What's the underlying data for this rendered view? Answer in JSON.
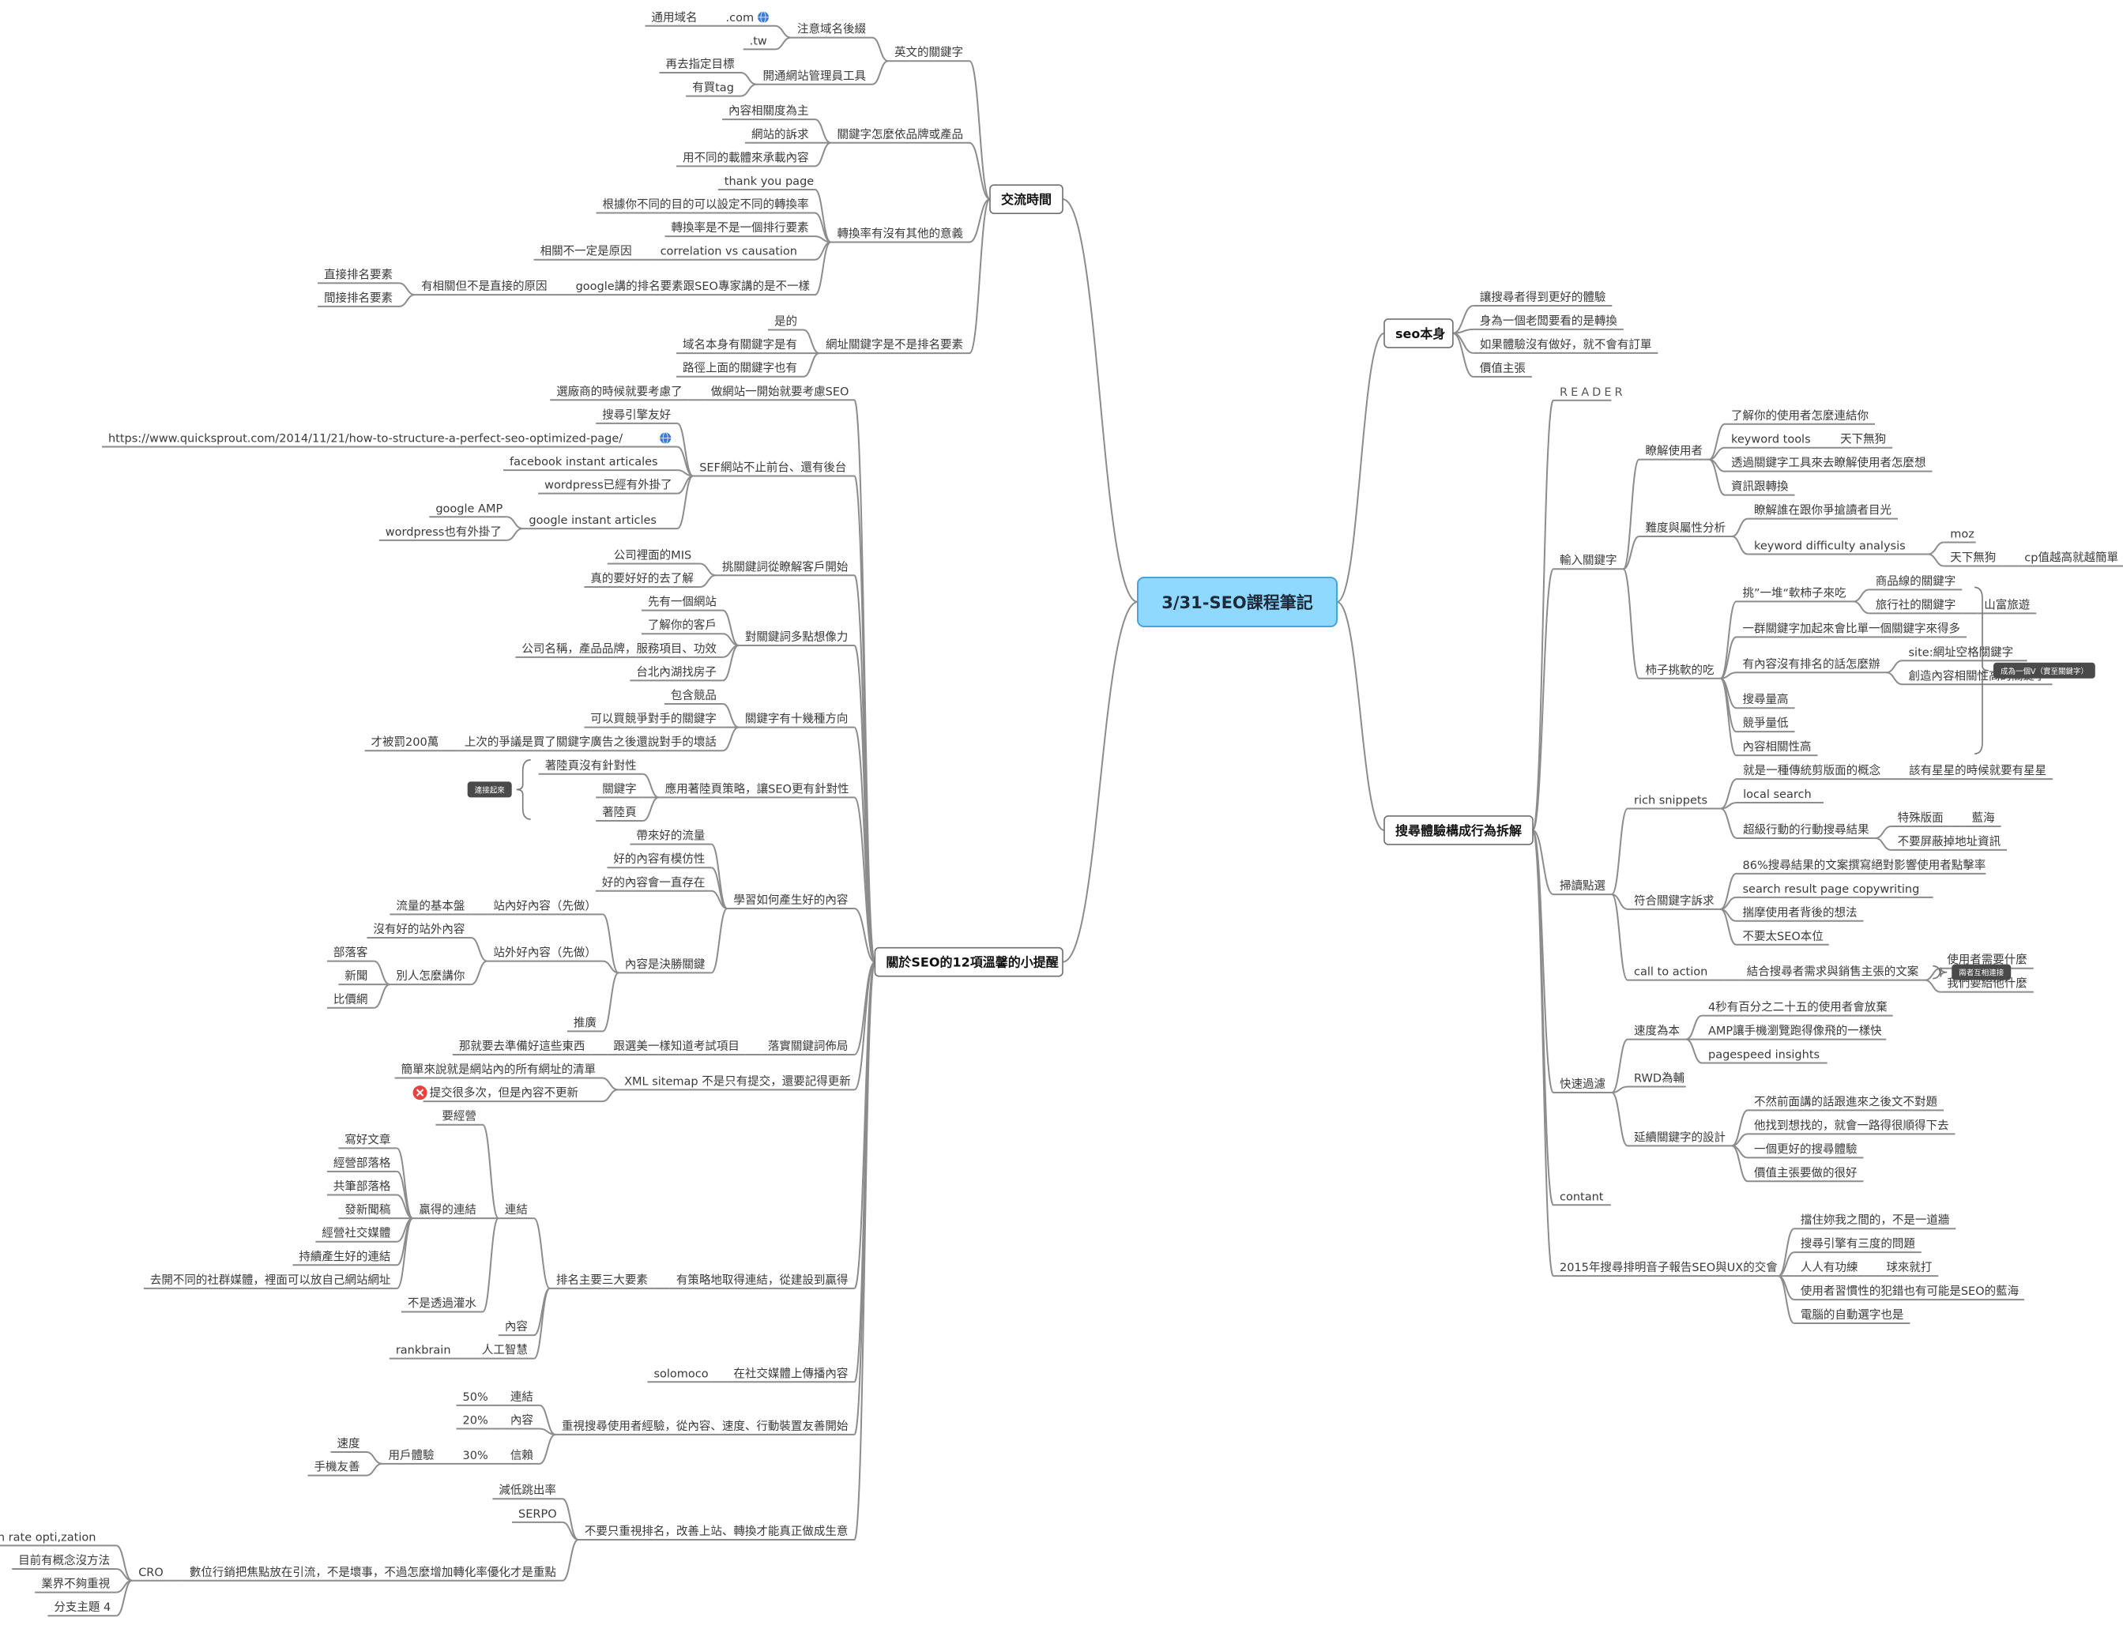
{
  "root": {
    "label": "3/31-SEO課程筆記"
  },
  "colors": {
    "root_fill": "#8fd8ff",
    "root_stroke": "#4aa3d6",
    "line": "#8c8c8c",
    "badge": "#4a4a4a",
    "error": "#e8413e"
  },
  "icons": {
    "link": "globe-link-icon",
    "error": "error-x-icon"
  },
  "left": [
    {
      "label": "交流時間",
      "children": [
        {
          "label": "英文的關鍵字",
          "children": [
            {
              "label": "注意域名後綴",
              "children": [
                {
                  "label": ".com",
                  "icon": "link",
                  "children": [
                    {
                      "label": "通用域名"
                    }
                  ]
                },
                {
                  "label": ".tw"
                }
              ]
            },
            {
              "label": "開通網站管理員工具",
              "children": [
                {
                  "label": "再去指定目標"
                },
                {
                  "label": "有買tag"
                }
              ]
            }
          ]
        },
        {
          "label": "關鍵字怎麼依品牌或產品",
          "children": [
            {
              "label": "內容相關度為主"
            },
            {
              "label": "網站的訴求"
            },
            {
              "label": "用不同的載體來承載內容"
            }
          ]
        },
        {
          "label": "轉換率有沒有其他的意義",
          "children": [
            {
              "label": "thank you page"
            },
            {
              "label": "根據你不同的目的可以設定不同的轉換率"
            },
            {
              "label": "轉換率是不是一個排行要素"
            },
            {
              "label": "correlation vs causation",
              "children": [
                {
                  "label": "相關不一定是原因"
                }
              ]
            },
            {
              "label": "google講的排名要素跟SEO專家講的是不一樣",
              "children": [
                {
                  "label": "有相關但不是直接的原因",
                  "children": [
                    {
                      "label": "直接排名要素"
                    },
                    {
                      "label": "間接排名要素"
                    }
                  ]
                }
              ]
            }
          ]
        },
        {
          "label": "網址關鍵字是不是排名要素",
          "children": [
            {
              "label": "是的"
            },
            {
              "label": "域名本身有關鍵字是有"
            },
            {
              "label": "路徑上面的關鍵字也有"
            }
          ]
        }
      ]
    },
    {
      "label": "關於SEO的12項溫馨的小提醒",
      "children": [
        {
          "label": "做網站一開始就要考慮SEO",
          "children": [
            {
              "label": "選廠商的時候就要考慮了"
            }
          ]
        },
        {
          "label": "SEF網站不止前台、還有後台",
          "children": [
            {
              "label": "搜尋引擎友好"
            },
            {
              "label": "https://www.quicksprout.com/2014/11/21/how-to-structure-a-perfect-seo-optimized-page/",
              "icon": "link"
            },
            {
              "label": "facebook instant articales"
            },
            {
              "label": "wordpress已經有外掛了"
            },
            {
              "label": "google instant articles",
              "children": [
                {
                  "label": "google AMP"
                },
                {
                  "label": "wordpress也有外掛了"
                }
              ]
            }
          ]
        },
        {
          "label": "挑關鍵詞從瞭解客戶開始",
          "children": [
            {
              "label": "公司裡面的MIS"
            },
            {
              "label": "真的要好好的去了解"
            }
          ]
        },
        {
          "label": "對關鍵詞多點想像力",
          "children": [
            {
              "label": "先有一個網站"
            },
            {
              "label": "了解你的客戶"
            },
            {
              "label": "公司名稱，產品品牌，服務項目、功效"
            },
            {
              "label": "台北內湖找房子"
            }
          ]
        },
        {
          "label": "關鍵字有十幾種方向",
          "children": [
            {
              "label": "包含競品"
            },
            {
              "label": "可以買競爭對手的關鍵字"
            },
            {
              "label": "上次的爭議是買了關鍵字廣告之後還說對手的壞話",
              "children": [
                {
                  "label": "才被罰200萬"
                }
              ]
            }
          ]
        },
        {
          "label": "應用著陸頁策略，讓SEO更有針對性",
          "children": [
            {
              "label": "著陸頁沒有針對性"
            },
            {
              "label": "關鍵字"
            },
            {
              "label": "著陸頁"
            }
          ],
          "summary": "連接起來"
        },
        {
          "label": "學習如何產生好的內容",
          "children": [
            {
              "label": "帶來好的流量"
            },
            {
              "label": "好的內容有模仿性"
            },
            {
              "label": "好的內容會一直存在"
            },
            {
              "label": "內容是決勝關鍵",
              "children": [
                {
                  "label": "站內好內容（先做）",
                  "children": [
                    {
                      "label": "流量的基本盤"
                    }
                  ]
                },
                {
                  "label": "站外好內容（先做）",
                  "children": [
                    {
                      "label": "沒有好的站外內容"
                    },
                    {
                      "label": "別人怎麼講你",
                      "children": [
                        {
                          "label": "部落客"
                        },
                        {
                          "label": "新聞"
                        },
                        {
                          "label": "比價網"
                        }
                      ]
                    }
                  ]
                },
                {
                  "label": "推廣"
                }
              ]
            }
          ]
        },
        {
          "label": "落實關鍵詞佈局",
          "children": [
            {
              "label": "跟選美一樣知道考試項目",
              "children": [
                {
                  "label": "那就要去準備好這些東西"
                }
              ]
            }
          ]
        },
        {
          "label": "XML sitemap 不是只有提交，還要記得更新",
          "children": [
            {
              "label": "簡單來說就是網站內的所有網址的清單"
            },
            {
              "label": "提交很多次，但是內容不更新",
              "icon": "error"
            }
          ]
        },
        {
          "label": "有策略地取得連結，從建設到贏得",
          "children": [
            {
              "label": "排名主要三大要素",
              "children": [
                {
                  "label": "連結",
                  "children": [
                    {
                      "label": "要經營"
                    },
                    {
                      "label": "贏得的連結",
                      "children": [
                        {
                          "label": "寫好文章"
                        },
                        {
                          "label": "經營部落格"
                        },
                        {
                          "label": "共筆部落格"
                        },
                        {
                          "label": "發新聞稿"
                        },
                        {
                          "label": "經營社交媒體"
                        },
                        {
                          "label": "持續產生好的連結"
                        },
                        {
                          "label": "去開不同的社群媒體，裡面可以放自己網站網址"
                        }
                      ]
                    },
                    {
                      "label": "不是透過灌水"
                    }
                  ]
                },
                {
                  "label": "內容"
                },
                {
                  "label": "人工智慧",
                  "children": [
                    {
                      "label": "rankbrain"
                    }
                  ]
                }
              ]
            }
          ]
        },
        {
          "label": "在社交媒體上傳播內容",
          "children": [
            {
              "label": "solomoco"
            }
          ]
        },
        {
          "label": "重視搜尋使用者經驗，從內容、速度、行動裝置友善開始",
          "children": [
            {
              "label": "連結",
              "children": [
                {
                  "label": "50%"
                }
              ]
            },
            {
              "label": "內容",
              "children": [
                {
                  "label": "20%"
                }
              ]
            },
            {
              "label": "信賴",
              "children": [
                {
                  "label": "30%",
                  "children": [
                    {
                      "label": "用戶體驗",
                      "children": [
                        {
                          "label": "速度"
                        },
                        {
                          "label": "手機友善"
                        }
                      ]
                    }
                  ]
                }
              ]
            }
          ]
        },
        {
          "label": "不要只重視排名，改善上站、轉換才能真正做成生意",
          "children": [
            {
              "label": "減低跳出率"
            },
            {
              "label": "SERPO"
            },
            {
              "label": "數位行銷把焦點放在引流，不是壞事，不過怎麼增加轉化率優化才是重點",
              "children": [
                {
                  "label": "CRO",
                  "children": [
                    {
                      "label": "conversion rate opti,zation"
                    },
                    {
                      "label": "目前有概念沒方法"
                    },
                    {
                      "label": "業界不夠重視"
                    },
                    {
                      "label": "分支主題 4"
                    }
                  ]
                }
              ]
            }
          ]
        }
      ]
    }
  ],
  "right": [
    {
      "label": "seo本身",
      "children": [
        {
          "label": "讓搜尋者得到更好的體驗"
        },
        {
          "label": "身為一個老闆要看的是轉換"
        },
        {
          "label": "如果體驗沒有做好，就不會有訂單"
        },
        {
          "label": "價值主張"
        }
      ]
    },
    {
      "label": "搜尋體驗構成行為拆解",
      "children": [
        {
          "label": "READER",
          "style": "reader"
        },
        {
          "label": "輸入關鍵字",
          "children": [
            {
              "label": "瞭解使用者",
              "children": [
                {
                  "label": "了解你的使用者怎麼連結你"
                },
                {
                  "label": "keyword tools",
                  "children": [
                    {
                      "label": "天下無狗"
                    }
                  ]
                },
                {
                  "label": "透過關鍵字工具來去瞭解使用者怎麼想"
                },
                {
                  "label": "資訊跟轉換"
                }
              ]
            },
            {
              "label": "難度與屬性分析",
              "children": [
                {
                  "label": "瞭解誰在跟你爭搶讀者目光"
                },
                {
                  "label": "keyword difficulty analysis",
                  "children": [
                    {
                      "label": "moz"
                    },
                    {
                      "label": "天下無狗",
                      "children": [
                        {
                          "label": "cp值越高就越簡單"
                        }
                      ]
                    }
                  ]
                }
              ]
            },
            {
              "label": "柿子挑軟的吃",
              "children": [
                {
                  "label": "挑”一堆“軟柿子來吃",
                  "children": [
                    {
                      "label": "商品線的關鍵字"
                    },
                    {
                      "label": "旅行社的關鍵字",
                      "children": [
                        {
                          "label": "山富旅遊"
                        }
                      ]
                    }
                  ]
                },
                {
                  "label": "一群關鍵字加起來會比單一個關鍵字來得多"
                },
                {
                  "label": "有內容沒有排名的話怎麼辦",
                  "children": [
                    {
                      "label": "site:網址空格關鍵字"
                    },
                    {
                      "label": "創造內容相關性高的關鍵字"
                    }
                  ]
                },
                {
                  "label": "搜尋量高"
                },
                {
                  "label": "競爭量低"
                },
                {
                  "label": "內容相關性高"
                }
              ],
              "summary": "成為一個V（實至關鍵字）"
            }
          ]
        },
        {
          "label": "掃讀點選",
          "children": [
            {
              "label": "rich snippets",
              "children": [
                {
                  "label": "就是一種傳統剪版面的概念",
                  "children": [
                    {
                      "label": "該有星星的時候就要有星星"
                    }
                  ]
                },
                {
                  "label": "local search"
                },
                {
                  "label": "超級行動的行動搜尋結果",
                  "children": [
                    {
                      "label": "特殊版面",
                      "children": [
                        {
                          "label": "藍海"
                        }
                      ]
                    },
                    {
                      "label": "不要屏蔽掉地址資訊"
                    }
                  ]
                }
              ]
            },
            {
              "label": "符合關鍵字訴求",
              "children": [
                {
                  "label": "86%搜尋結果的文案撰寫絕對影響使用者點擊率"
                },
                {
                  "label": "search result page copywriting"
                },
                {
                  "label": "揣摩使用者背後的想法"
                },
                {
                  "label": "不要太SEO本位"
                }
              ]
            },
            {
              "label": "call to action",
              "children": [
                {
                  "label": "結合搜尋者需求與銷售主張的文案",
                  "children": [
                    {
                      "label": "使用者需要什麼"
                    },
                    {
                      "label": "我們要給他什麼"
                    }
                  ]
                }
              ],
              "summary": "兩者互相連接"
            }
          ]
        },
        {
          "label": "快速過濾",
          "children": [
            {
              "label": "速度為本",
              "children": [
                {
                  "label": "4秒有百分之二十五的使用者會放棄"
                },
                {
                  "label": "AMP讓手機瀏覽跑得像飛的一樣快"
                },
                {
                  "label": "pagespeed insights"
                }
              ]
            },
            {
              "label": "RWD為輔"
            },
            {
              "label": "延續關鍵字的設計",
              "children": [
                {
                  "label": "不然前面講的話跟進來之後文不對題"
                },
                {
                  "label": "他找到想找的，就會一路得很順得下去"
                },
                {
                  "label": "一個更好的搜尋體驗"
                },
                {
                  "label": "價值主張要做的很好"
                }
              ]
            }
          ]
        },
        {
          "label": "contant"
        },
        {
          "label": "2015年搜尋排明音子報告SEO與UX的交會",
          "children": [
            {
              "label": "擋住妳我之間的，不是一道牆"
            },
            {
              "label": "搜尋引擎有三度的問題"
            },
            {
              "label": "人人有功練",
              "children": [
                {
                  "label": "球來就打"
                }
              ]
            },
            {
              "label": "使用者習慣性的犯錯也有可能是SEO的藍海"
            },
            {
              "label": "電腦的自動選字也是"
            }
          ]
        }
      ]
    }
  ]
}
